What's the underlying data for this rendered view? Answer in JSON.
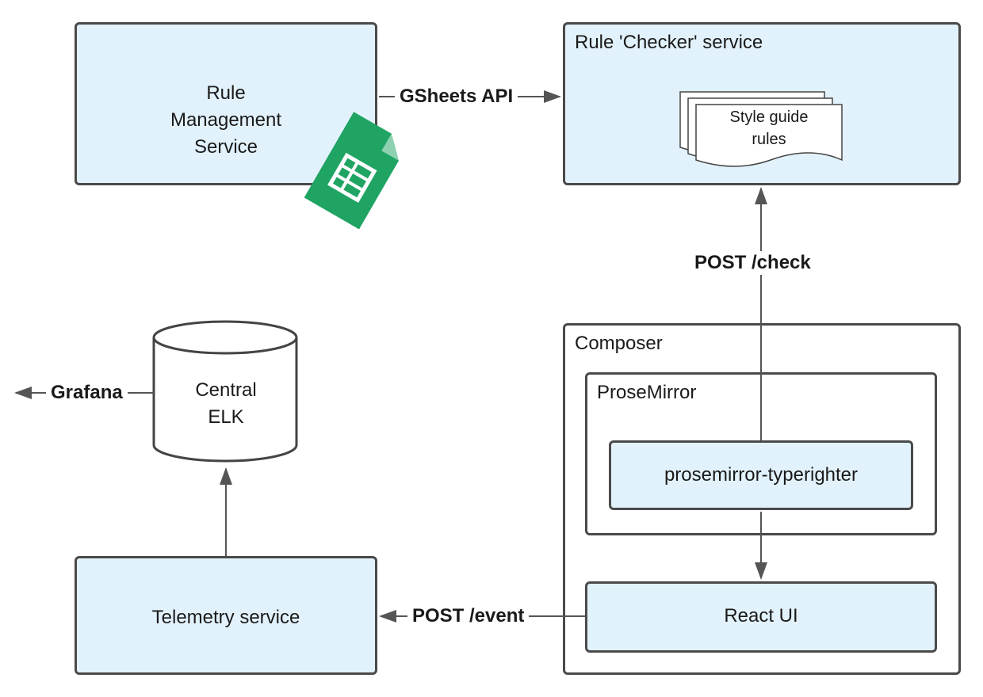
{
  "nodes": {
    "rule_management": {
      "label": "Rule Management Service"
    },
    "rule_checker": {
      "label": "Rule 'Checker' service",
      "doc_label": "Style guide rules"
    },
    "central_elk": {
      "label": "Central ELK"
    },
    "composer": {
      "label": "Composer"
    },
    "prosemirror": {
      "label": "ProseMirror"
    },
    "typerighter": {
      "label": "prosemirror-typerighter"
    },
    "react_ui": {
      "label": "React UI"
    },
    "telemetry": {
      "label": "Telemetry service"
    }
  },
  "edges": {
    "gsheets": {
      "label": "GSheets API"
    },
    "check": {
      "label": "POST /check"
    },
    "grafana": {
      "label": "Grafana"
    },
    "event": {
      "label": "POST /event"
    }
  },
  "icons": {
    "sheets": "google-sheets-icon"
  },
  "colors": {
    "node_fill": "#e2f2fc",
    "border": "#4a4a4a",
    "sheets_green": "#1fa463"
  }
}
